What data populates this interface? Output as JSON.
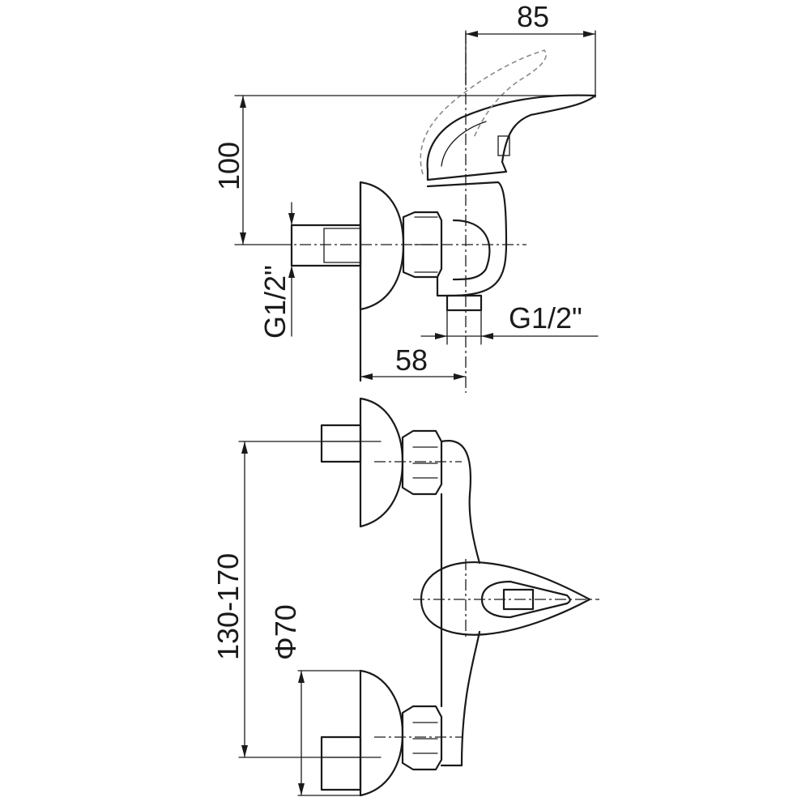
{
  "dimensions": {
    "width_top": "85",
    "height_top": "100",
    "thread_left": "G1/2\"",
    "thread_right": "G1/2\"",
    "depth": "58",
    "spacing": "130-170",
    "diameter": "Φ70"
  }
}
